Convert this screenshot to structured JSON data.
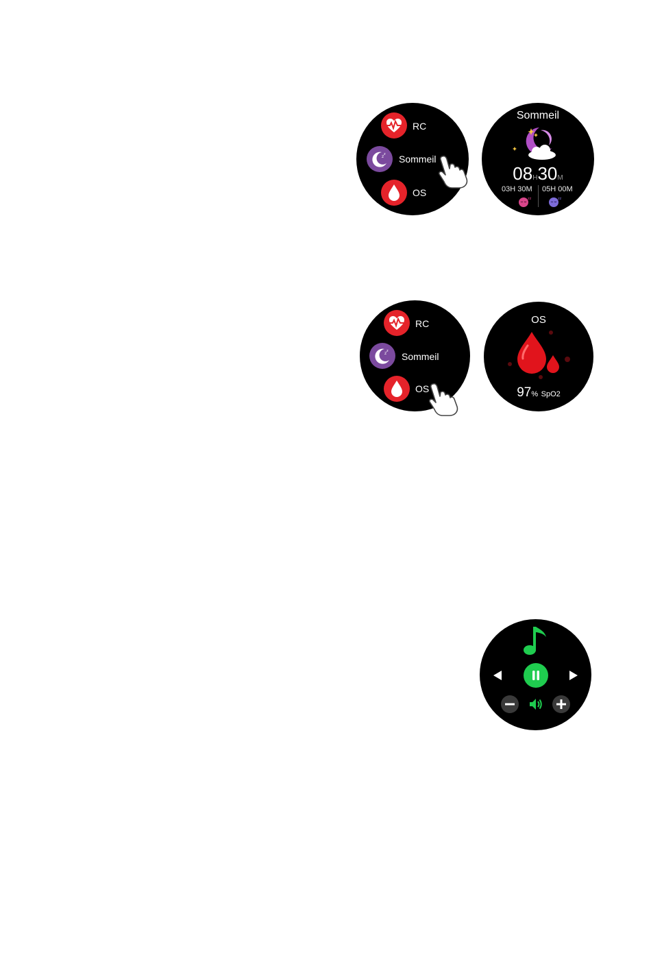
{
  "menu": {
    "items": [
      {
        "label": "RC",
        "icon": "heart-pulse-icon"
      },
      {
        "label": "Sommeil",
        "icon": "moon-icon"
      },
      {
        "label": "OS",
        "icon": "blood-drop-icon"
      }
    ]
  },
  "sleep": {
    "title": "Sommeil",
    "hours": "08",
    "hours_unit": "H",
    "minutes": "30",
    "minutes_unit": "M",
    "deep": "03H 30M",
    "light": "05H 00M"
  },
  "spo2": {
    "title": "OS",
    "value": "97",
    "unit": "%",
    "label": "SpO2"
  },
  "music": {
    "icons": [
      "music-note-icon",
      "previous-icon",
      "pause-icon",
      "next-icon",
      "volume-down-icon",
      "speaker-icon",
      "volume-up-icon"
    ],
    "accent": "#22c55e"
  },
  "colors": {
    "heart_red": "#e5232a",
    "sleep_purple": "#7b4a9e",
    "music_green": "#1fcc4f"
  }
}
